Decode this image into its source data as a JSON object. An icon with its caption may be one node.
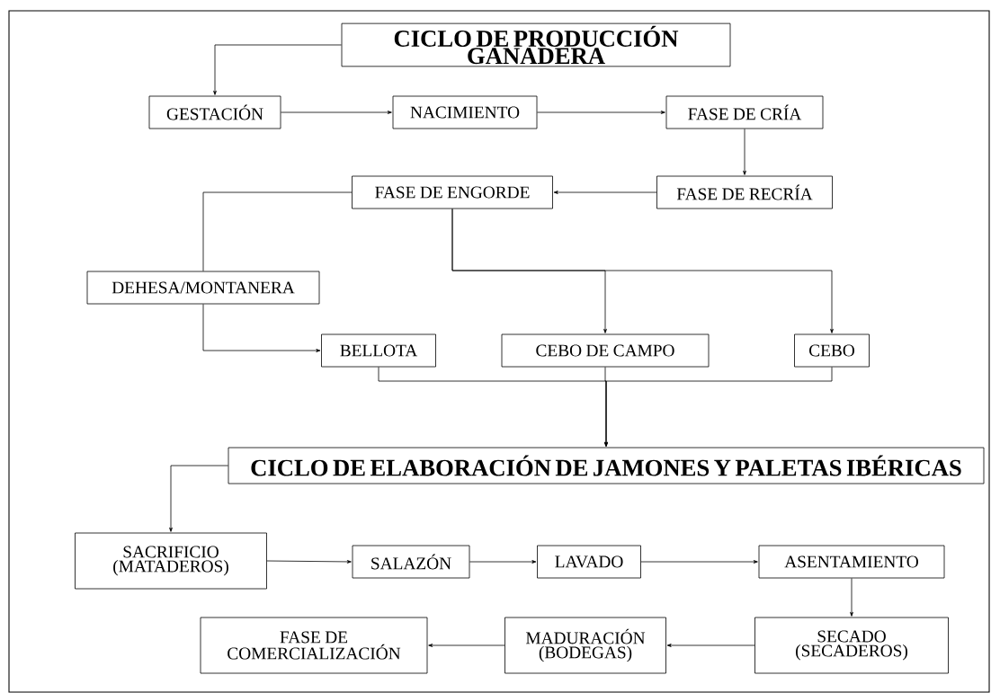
{
  "diagram": {
    "nodes": [
      {
        "text": [
          "CICLO DE PRODUCCIÓN GANADERA"
        ]
      },
      {
        "text": [
          "GESTACIÓN"
        ]
      },
      {
        "text": [
          "NACIMIENTO"
        ]
      },
      {
        "text": [
          "FASE DE CRÍA"
        ]
      },
      {
        "text": [
          "FASE DE RECRÍA"
        ]
      },
      {
        "text": [
          "FASE DE ENGORDE"
        ]
      },
      {
        "text": [
          "DEHESA/MONTANERA"
        ]
      },
      {
        "text": [
          "BELLOTA"
        ]
      },
      {
        "text": [
          "CEBO DE CAMPO"
        ]
      },
      {
        "text": [
          "CEBO"
        ]
      },
      {
        "text": [
          "CICLO DE ELABORACIÓN DE JAMONES Y PALETAS IBÉRICAS"
        ]
      },
      {
        "text": [
          "SACRIFICIO (MATADEROS)"
        ]
      },
      {
        "text": [
          "SALAZÓN"
        ]
      },
      {
        "text": [
          "LAVADO"
        ]
      },
      {
        "text": [
          "ASENTAMIENTO"
        ]
      },
      {
        "text": [
          "SECADO (SECADEROS)"
        ]
      },
      {
        "text": [
          "MADURACIÓN (BODEGAS)"
        ]
      },
      {
        "text": [
          "FASE DE COMERCIALIZACIÓN"
        ]
      }
    ],
    "edges": [
      {
        "from": 0,
        "to": 1,
        "arrow": "to"
      },
      {
        "from": 1,
        "to": 2,
        "arrow": "to"
      },
      {
        "from": 2,
        "to": 3,
        "arrow": "to"
      },
      {
        "from": 3,
        "to": 4,
        "arrow": "to"
      },
      {
        "from": 4,
        "to": 5,
        "arrow": "to"
      },
      {
        "from": 5,
        "to": 6,
        "arrow": "none"
      },
      {
        "from": 6,
        "to": 7,
        "arrow": "to"
      },
      {
        "from": 5,
        "to": 8,
        "arrow": "to"
      },
      {
        "from": 5,
        "to": 9,
        "arrow": "to"
      },
      {
        "from": 7,
        "to": 10,
        "arrow": "to"
      },
      {
        "from": 8,
        "to": 10,
        "arrow": "to"
      },
      {
        "from": 9,
        "to": 10,
        "arrow": "to"
      },
      {
        "from": 10,
        "to": 11,
        "arrow": "to"
      },
      {
        "from": 11,
        "to": 12,
        "arrow": "to"
      },
      {
        "from": 12,
        "to": 13,
        "arrow": "to"
      },
      {
        "from": 13,
        "to": 14,
        "arrow": "to"
      },
      {
        "from": 14,
        "to": 15,
        "arrow": "to"
      },
      {
        "from": 15,
        "to": 16,
        "arrow": "to"
      },
      {
        "from": 16,
        "to": 17,
        "arrow": "to"
      }
    ]
  }
}
